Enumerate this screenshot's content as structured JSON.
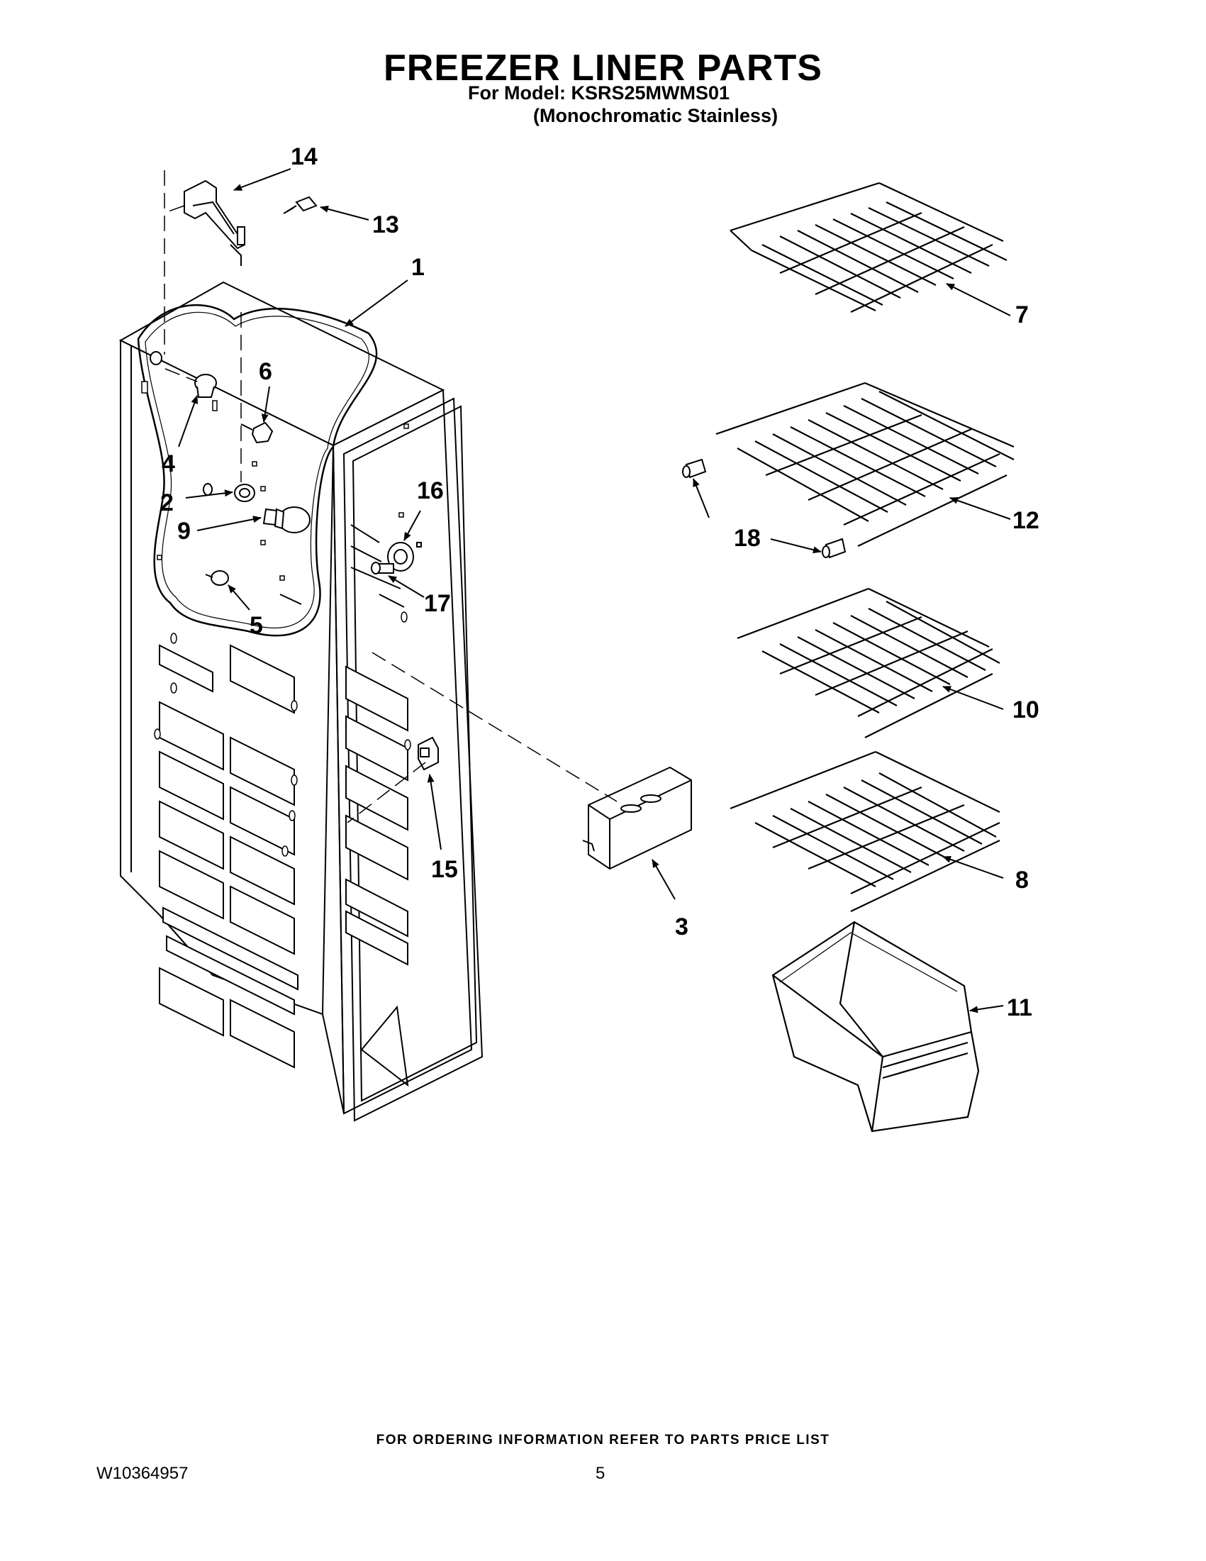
{
  "header": {
    "title": "FREEZER LINER PARTS",
    "model_line": "For Model: KSRS25MWMS01",
    "model_variant": "(Monochromatic Stainless)"
  },
  "callouts": [
    "1",
    "2",
    "3",
    "4",
    "5",
    "6",
    "7",
    "8",
    "9",
    "10",
    "11",
    "12",
    "13",
    "14",
    "15",
    "16",
    "17",
    "18"
  ],
  "footer": {
    "ordering_note": "FOR ORDERING INFORMATION REFER TO PARTS PRICE LIST",
    "document_number": "W10364957",
    "page_number": "5"
  }
}
